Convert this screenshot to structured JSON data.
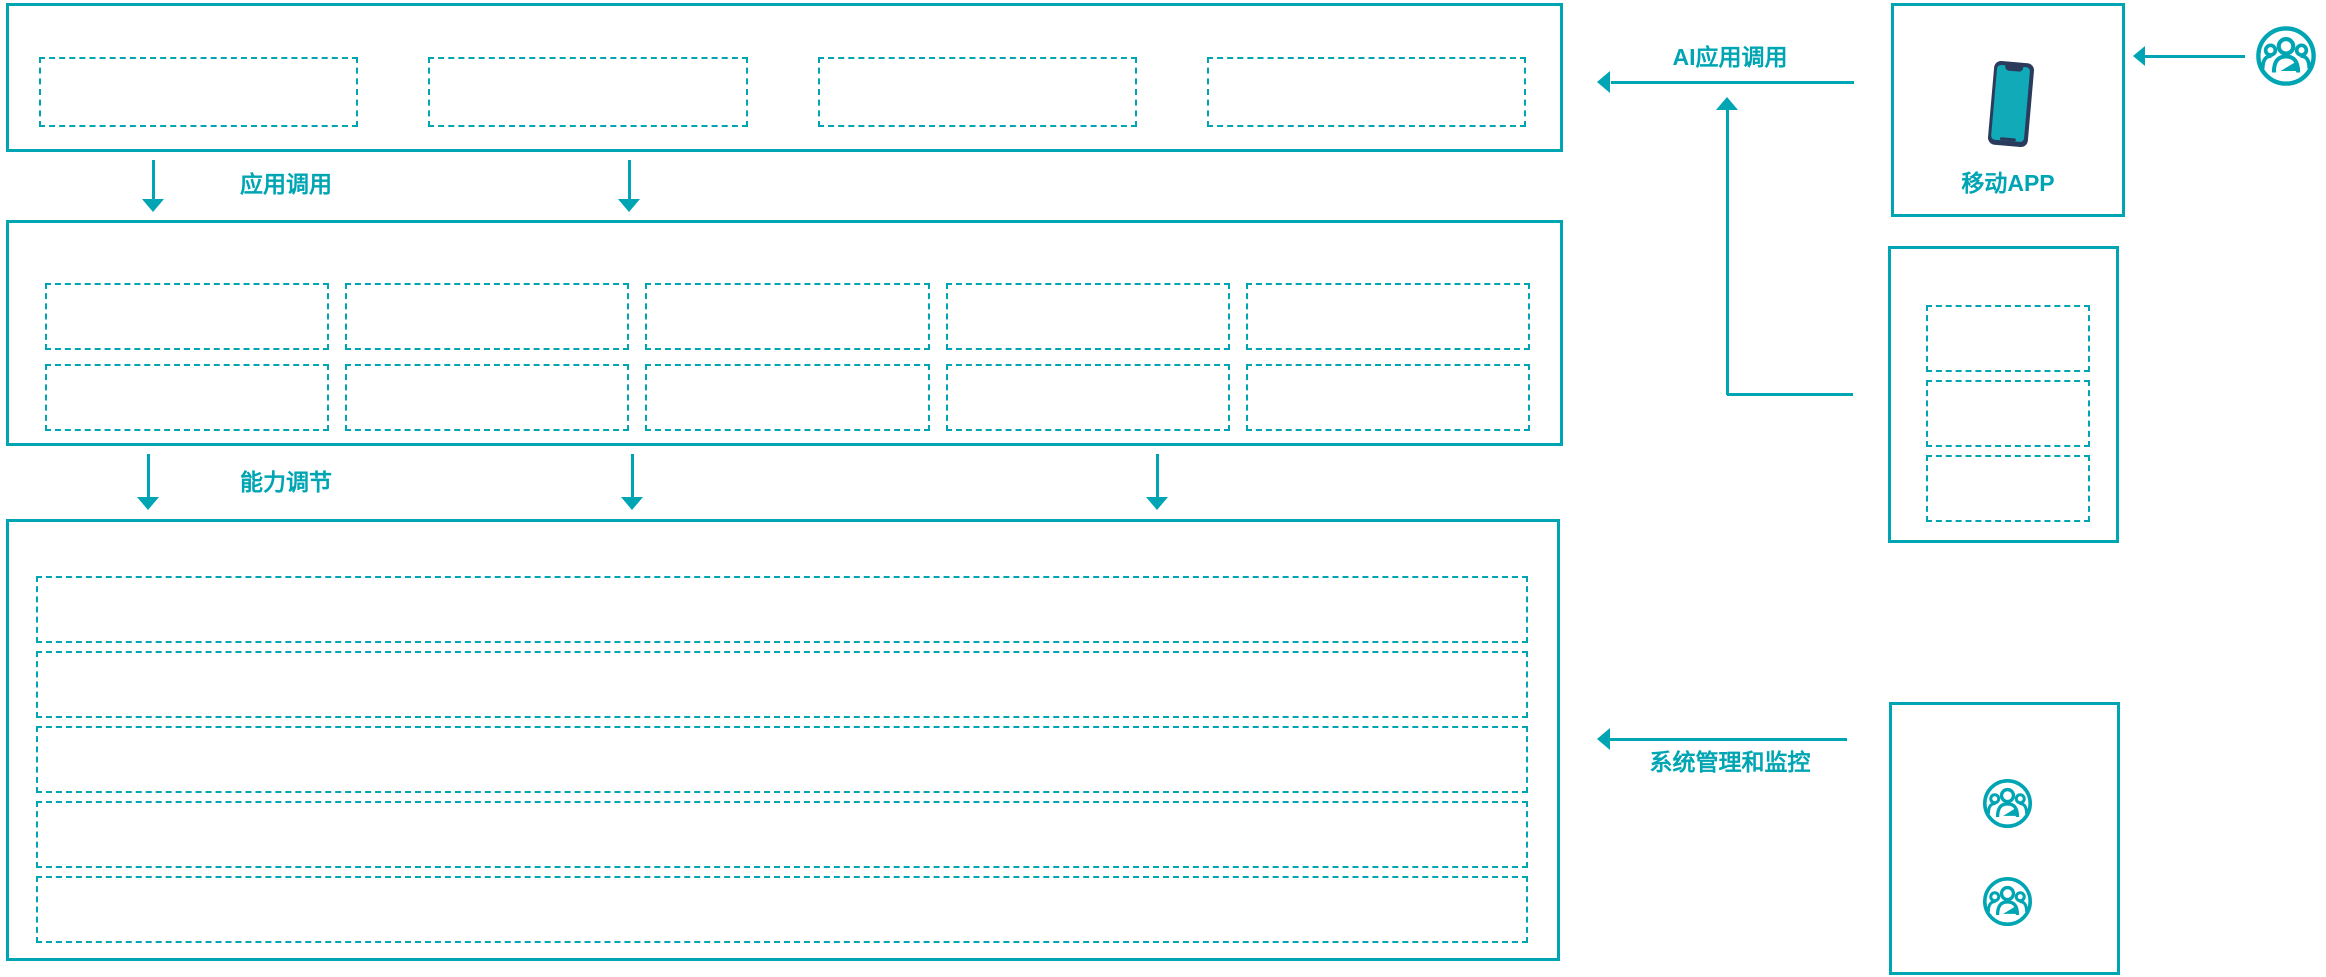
{
  "colors": {
    "accent": "#00A5B4",
    "phone_body": "#2B3B5C",
    "phone_screen": "#10AAB9"
  },
  "flow_labels": {
    "app_call": "应用调用",
    "capability_adjust": "能力调节",
    "ai_app_call": "AI应用调用",
    "system_monitor": "系统管理和监控"
  },
  "layers": {
    "top": {
      "placeholder_count": 4
    },
    "middle": {
      "rows": 2,
      "cols": 5,
      "placeholder_count": 10
    },
    "bottom": {
      "placeholder_count": 5
    }
  },
  "right_panel": {
    "mobile_app": {
      "label": "移动APP",
      "icon": "smartphone-icon"
    },
    "gateway_box": {
      "placeholder_count": 3
    },
    "admin_box": {
      "icons": [
        "user-group-icon",
        "user-group-icon"
      ]
    },
    "end_user": {
      "icon": "user-group-icon"
    }
  }
}
